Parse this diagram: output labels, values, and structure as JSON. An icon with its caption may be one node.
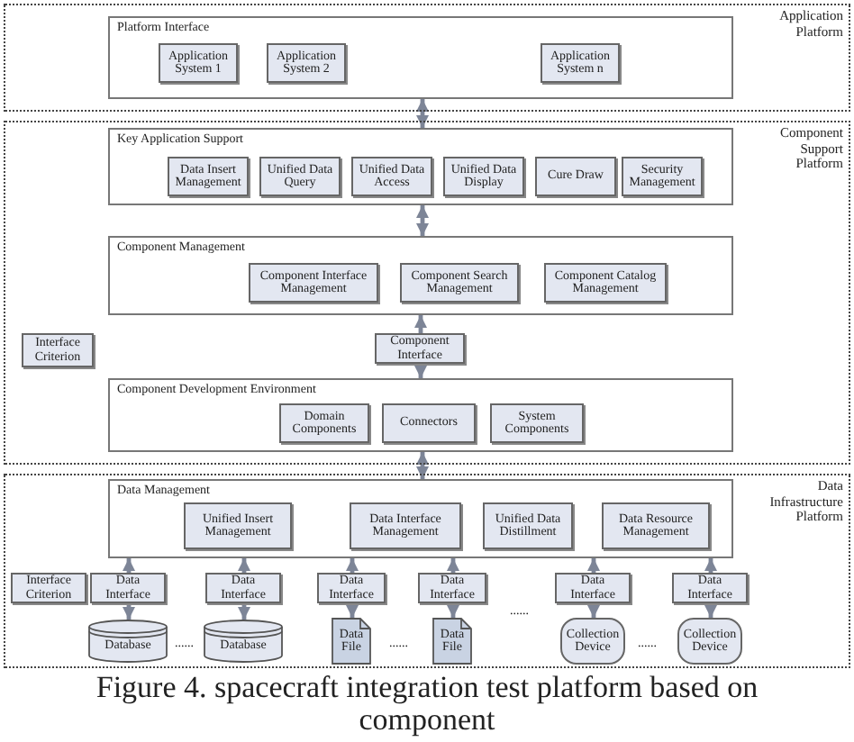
{
  "diagram": {
    "caption": "Figure 4. spacecraft integration test platform based on component",
    "nodes": [
      {
        "text": [
          "Application Platform"
        ]
      },
      {
        "text": [
          "Platform Interface"
        ],
        "in": 0
      },
      {
        "text": [
          "Application System 1"
        ],
        "in": 1
      },
      {
        "text": [
          "Application System 2"
        ],
        "in": 1
      },
      {
        "text": [
          "Application System n"
        ],
        "in": 1
      },
      {
        "text": [
          "Component Support Platform"
        ]
      },
      {
        "text": [
          "Key Application Support"
        ],
        "in": 5
      },
      {
        "text": [
          "Data Insert Management"
        ],
        "in": 6
      },
      {
        "text": [
          "Unified Data Query"
        ],
        "in": 6
      },
      {
        "text": [
          "Unified Data Access"
        ],
        "in": 6
      },
      {
        "text": [
          "Unified Data Display"
        ],
        "in": 6
      },
      {
        "text": [
          "Cure Draw"
        ],
        "in": 6
      },
      {
        "text": [
          "Security Management"
        ],
        "in": 6
      },
      {
        "text": [
          "Component Management"
        ],
        "in": 5
      },
      {
        "text": [
          "Component Interface Management"
        ],
        "in": 13
      },
      {
        "text": [
          "Component Search Management"
        ],
        "in": 13
      },
      {
        "text": [
          "Component Catalog Management"
        ],
        "in": 13
      },
      {
        "text": [
          "Interface Criterion"
        ],
        "in": 5
      },
      {
        "text": [
          "Component Interface"
        ],
        "in": 5
      },
      {
        "text": [
          "Component Development Environment"
        ],
        "in": 5
      },
      {
        "text": [
          "Domain Components"
        ],
        "in": 19
      },
      {
        "text": [
          "Connectors"
        ],
        "in": 19
      },
      {
        "text": [
          "System Components"
        ],
        "in": 19
      },
      {
        "text": [
          "Data Infrastructure Platform"
        ]
      },
      {
        "text": [
          "Data Management"
        ],
        "in": 23
      },
      {
        "text": [
          "Unified Insert Management"
        ],
        "in": 24
      },
      {
        "text": [
          "Data Interface Management"
        ],
        "in": 24
      },
      {
        "text": [
          "Unified Data Distillment"
        ],
        "in": 24
      },
      {
        "text": [
          "Data Resource Management"
        ],
        "in": 24
      },
      {
        "text": [
          "Interface Criterion"
        ],
        "in": 23
      },
      {
        "text": [
          "Data Interface"
        ],
        "in": 23
      },
      {
        "text": [
          "Data Interface"
        ],
        "in": 23
      },
      {
        "text": [
          "Data Interface"
        ],
        "in": 23
      },
      {
        "text": [
          "Data Interface"
        ],
        "in": 23
      },
      {
        "text": [
          "Data Interface"
        ],
        "in": 23
      },
      {
        "text": [
          "Data Interface"
        ],
        "in": 23
      },
      {
        "text": [
          "Database"
        ],
        "in": 23
      },
      {
        "text": [
          "Database"
        ],
        "in": 23
      },
      {
        "text": [
          "Data File"
        ],
        "in": 23
      },
      {
        "text": [
          "Data File"
        ],
        "in": 23
      },
      {
        "text": [
          "Collection Device"
        ],
        "in": 23
      },
      {
        "text": [
          "Collection Device"
        ],
        "in": 23
      }
    ],
    "edges": [
      {
        "from": 1,
        "to": 6,
        "arrow": "both"
      },
      {
        "from": 6,
        "to": 13,
        "arrow": "both"
      },
      {
        "from": 18,
        "to": 13,
        "arrow": "to"
      },
      {
        "from": 18,
        "to": 19,
        "arrow": "to"
      },
      {
        "from": 19,
        "to": 24,
        "arrow": "both"
      },
      {
        "from": 30,
        "to": 24,
        "arrow": "to"
      },
      {
        "from": 30,
        "to": 36,
        "arrow": "to"
      },
      {
        "from": 31,
        "to": 24,
        "arrow": "to"
      },
      {
        "from": 31,
        "to": 37,
        "arrow": "to"
      },
      {
        "from": 32,
        "to": 24,
        "arrow": "to"
      },
      {
        "from": 32,
        "to": 38,
        "arrow": "to"
      },
      {
        "from": 33,
        "to": 24,
        "arrow": "to"
      },
      {
        "from": 33,
        "to": 39,
        "arrow": "to"
      },
      {
        "from": 34,
        "to": 24,
        "arrow": "to"
      },
      {
        "from": 34,
        "to": 40,
        "arrow": "to"
      },
      {
        "from": 35,
        "to": 24,
        "arrow": "to"
      },
      {
        "from": 35,
        "to": 41,
        "arrow": "to"
      }
    ],
    "labels": [
      "......",
      "......",
      "......",
      "......"
    ]
  }
}
